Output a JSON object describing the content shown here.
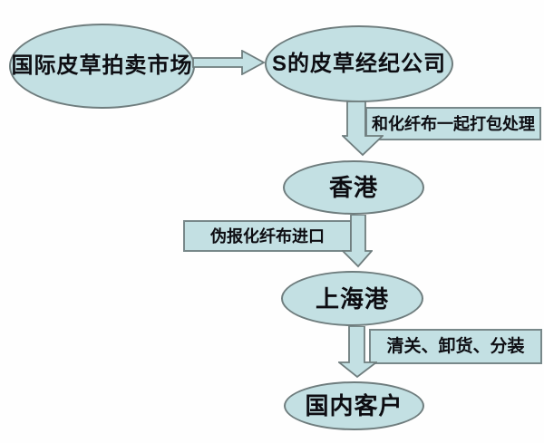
{
  "diagram": {
    "type": "flowchart",
    "colors": {
      "background": "#fefefe",
      "node_fill": "#c3e0e3",
      "node_border": "#6f7d7e",
      "text": "#0d0d12"
    },
    "nodes": [
      {
        "label": "国际皮草拍卖市场",
        "shape": "ellipse"
      },
      {
        "label": "S的皮草经纪公司",
        "shape": "ellipse"
      },
      {
        "label": "香港",
        "shape": "ellipse"
      },
      {
        "label": "上海港",
        "shape": "ellipse"
      },
      {
        "label": "国内客户",
        "shape": "ellipse"
      }
    ],
    "edges": [
      {
        "from": "国际皮草拍卖市场",
        "to": "S的皮草经纪公司",
        "label": "",
        "direction": "right"
      },
      {
        "from": "S的皮草经纪公司",
        "to": "香港",
        "label": "和化纤布一起打包处理",
        "direction": "down"
      },
      {
        "from": "香港",
        "to": "上海港",
        "label": "伪报化纤布进口",
        "direction": "down"
      },
      {
        "from": "上海港",
        "to": "国内客户",
        "label": "清关、卸货、分装",
        "direction": "down"
      }
    ],
    "icons": {
      "arrow_right": "right-block-arrow-icon",
      "arrow_down": "down-block-arrow-icon"
    }
  }
}
